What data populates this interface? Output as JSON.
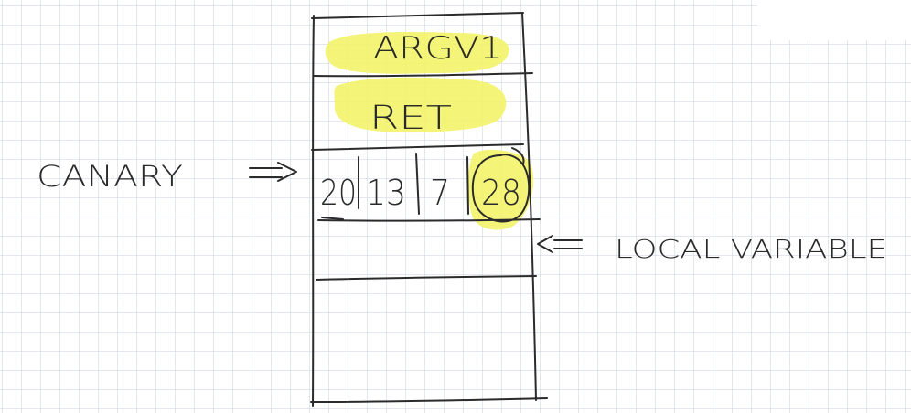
{
  "stack": {
    "top_slot": "ARGV1",
    "return_slot": "RET",
    "canary_bytes": [
      "20",
      "13",
      "7",
      "28"
    ]
  },
  "labels": {
    "canary": "CANARY",
    "local_variable": "LOCAL VARIABLE"
  },
  "colors": {
    "highlight": "#f3f36a",
    "ink": "#2b2b2b",
    "grid": "#c9cfe0"
  }
}
